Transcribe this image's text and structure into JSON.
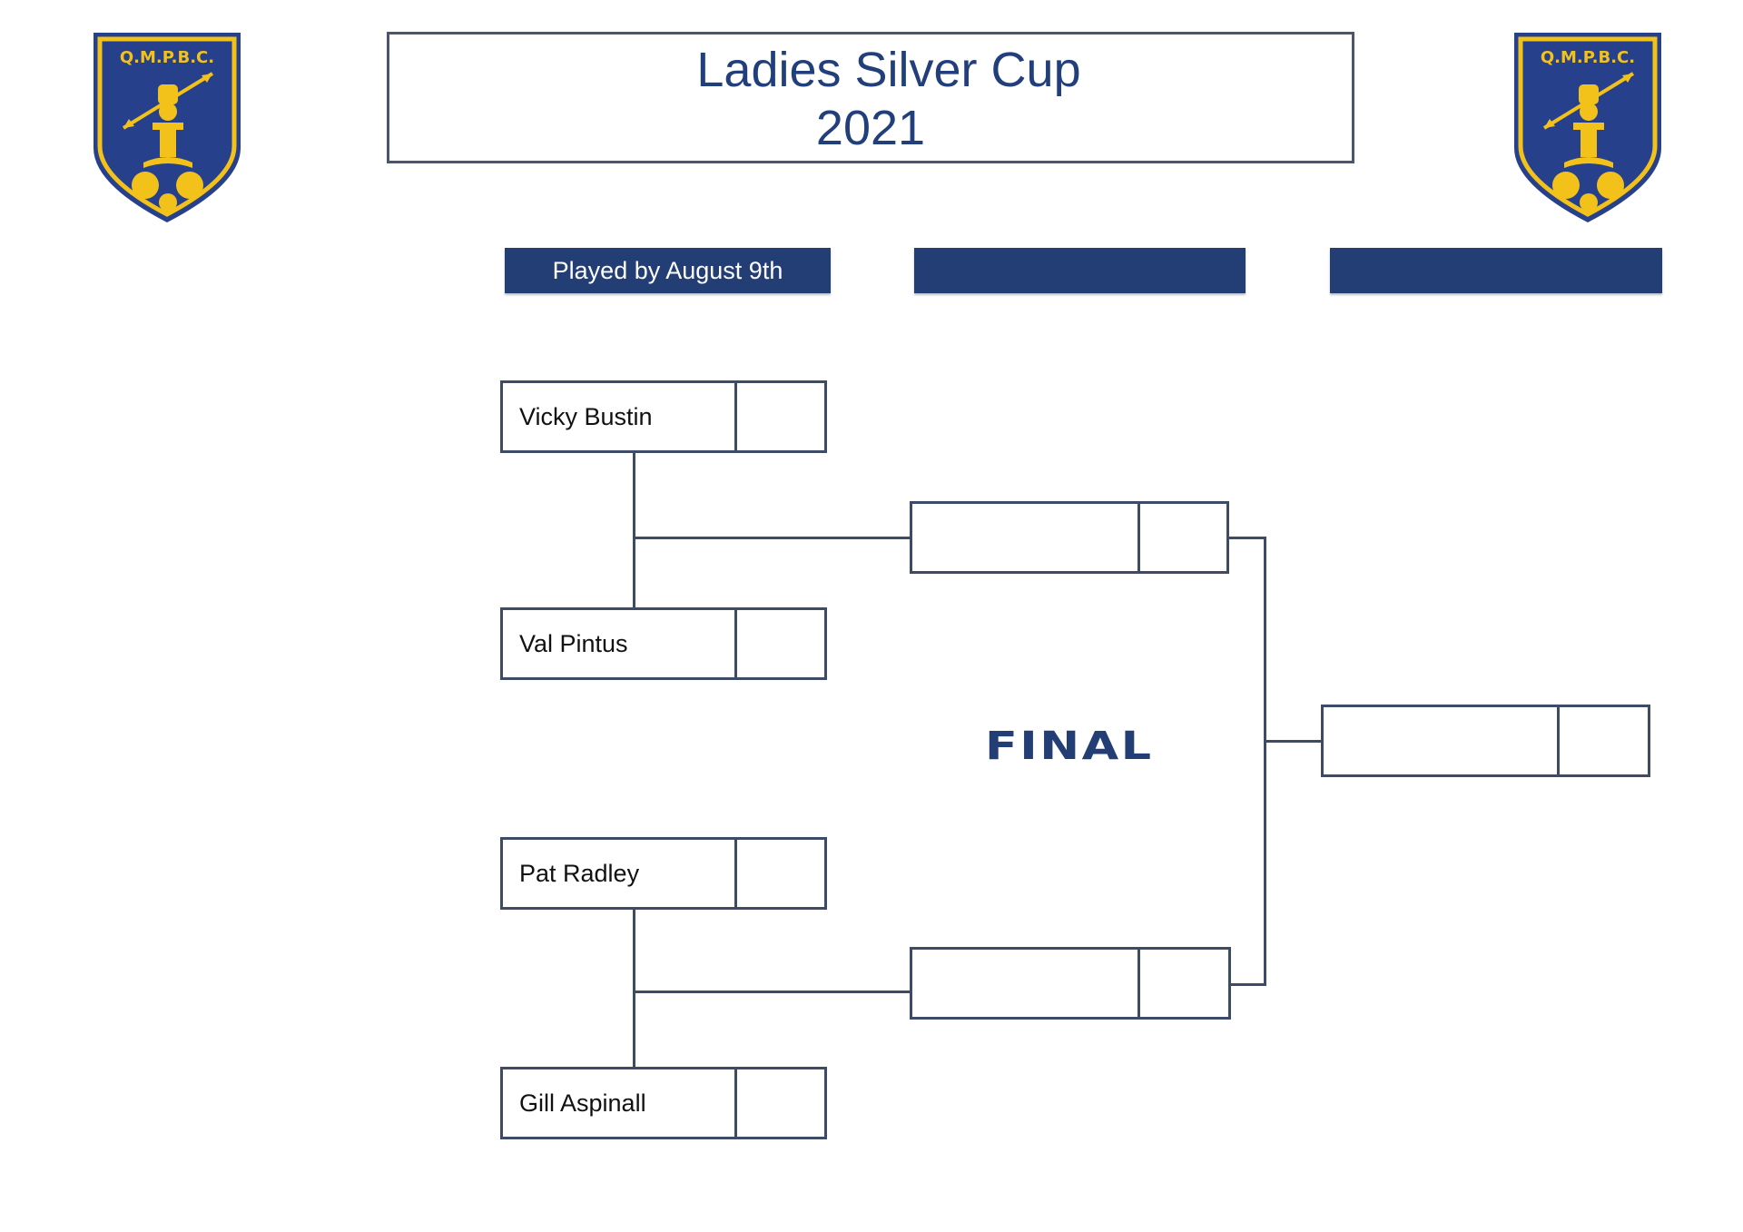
{
  "title": {
    "line1": "Ladies Silver Cup",
    "line2": "2021"
  },
  "logo": {
    "text": "Q.M.P.B.C.",
    "navy": "#26408c",
    "gold": "#f2c21a"
  },
  "round_headers": [
    {
      "label": "Played by August 9th"
    },
    {
      "label": ""
    },
    {
      "label": ""
    }
  ],
  "round1": [
    {
      "name": "Vicky Bustin",
      "score": ""
    },
    {
      "name": "Val Pintus",
      "score": ""
    },
    {
      "name": "Pat Radley",
      "score": ""
    },
    {
      "name": "Gill Aspinall",
      "score": ""
    }
  ],
  "semi": [
    {
      "name": "",
      "score": ""
    },
    {
      "name": "",
      "score": ""
    }
  ],
  "final": {
    "label": "FINAL",
    "winner": {
      "name": "",
      "score": ""
    }
  },
  "colors": {
    "header_bg": "#223e75",
    "line": "#3e4b66",
    "title_text": "#213f7a"
  }
}
